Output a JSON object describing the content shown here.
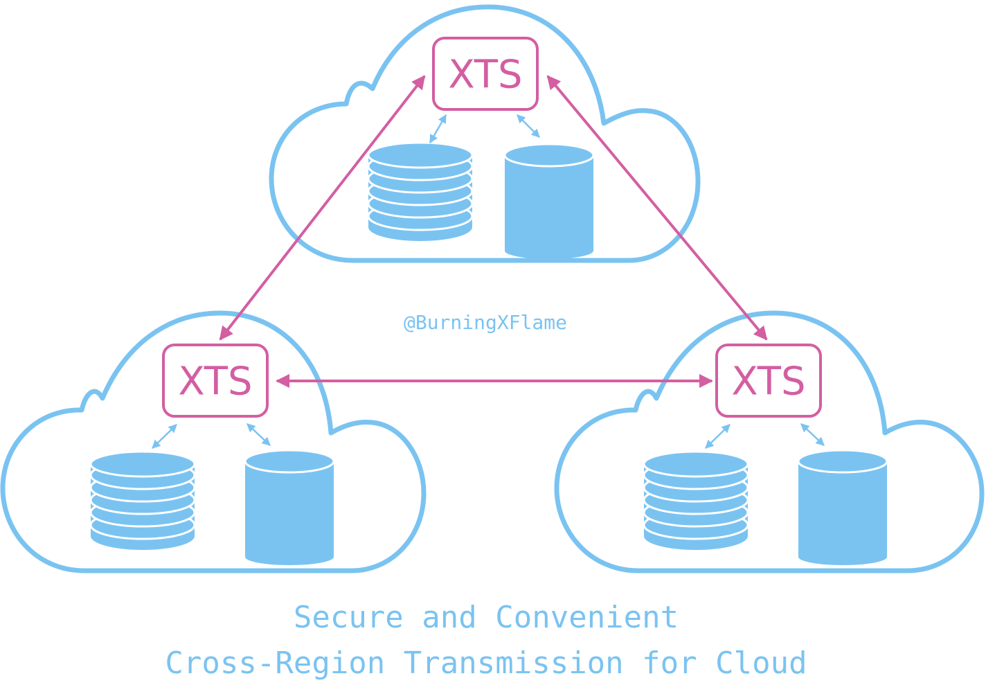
{
  "colors": {
    "cloud": "#7ac3f1",
    "xts": "#d35ea2",
    "background": "#ffffff"
  },
  "regions": [
    {
      "id": "top",
      "node_label": "XTS",
      "storage": [
        "stacked-database-icon",
        "cylinder-database-icon"
      ]
    },
    {
      "id": "bottom-left",
      "node_label": "XTS",
      "storage": [
        "stacked-database-icon",
        "cylinder-database-icon"
      ]
    },
    {
      "id": "bottom-right",
      "node_label": "XTS",
      "storage": [
        "stacked-database-icon",
        "cylinder-database-icon"
      ]
    }
  ],
  "links": [
    {
      "from": "top",
      "to": "bottom-left",
      "bidirectional": true
    },
    {
      "from": "top",
      "to": "bottom-right",
      "bidirectional": true
    },
    {
      "from": "bottom-left",
      "to": "bottom-right",
      "bidirectional": true
    }
  ],
  "watermark": "@BurningXFlame",
  "caption": {
    "line1": "Secure and Convenient",
    "line2": "Cross-Region Transmission for Cloud"
  }
}
